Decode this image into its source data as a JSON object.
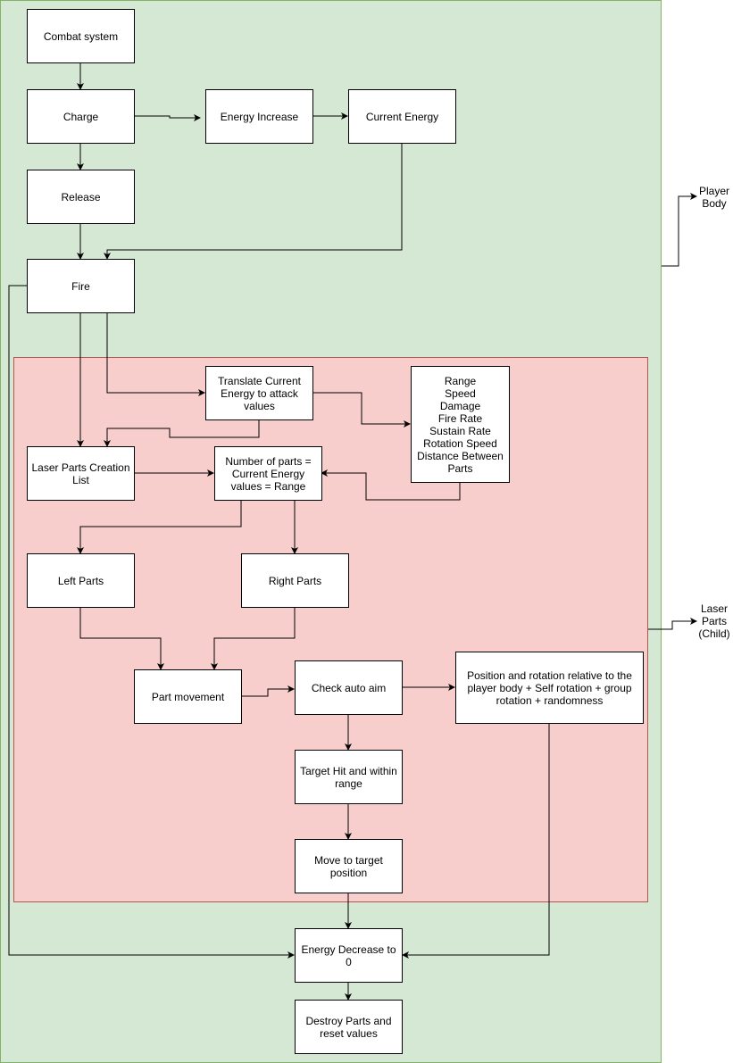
{
  "nodes": {
    "combat": "Combat system",
    "charge": "Charge",
    "energy_increase": "Energy Increase",
    "current_energy": "Current Energy",
    "release": "Release",
    "fire": "Fire",
    "translate": "Translate Current Energy to attack values",
    "attributes": "Range\nSpeed\nDamage\nFire Rate\nSustain Rate\nRotation Speed\nDistance Between Parts",
    "creation_list": "Laser Parts Creation List",
    "num_parts": "Number of parts = Current Energy values = Range",
    "left_parts": "Left Parts",
    "right_parts": "Right Parts",
    "part_movement": "Part movement",
    "check_auto_aim": "Check auto aim",
    "position_rotation": "Position and rotation relative to the player body + Self rotation + group rotation + randomness",
    "target_hit": "Target Hit and within range",
    "move_to_target": "Move to target position",
    "energy_decrease": "Energy Decrease to 0",
    "destroy_parts": "Destroy Parts and reset values"
  },
  "regions": {
    "player_body": "Player\nBody",
    "laser_parts": "Laser\nParts\n(Child)"
  }
}
